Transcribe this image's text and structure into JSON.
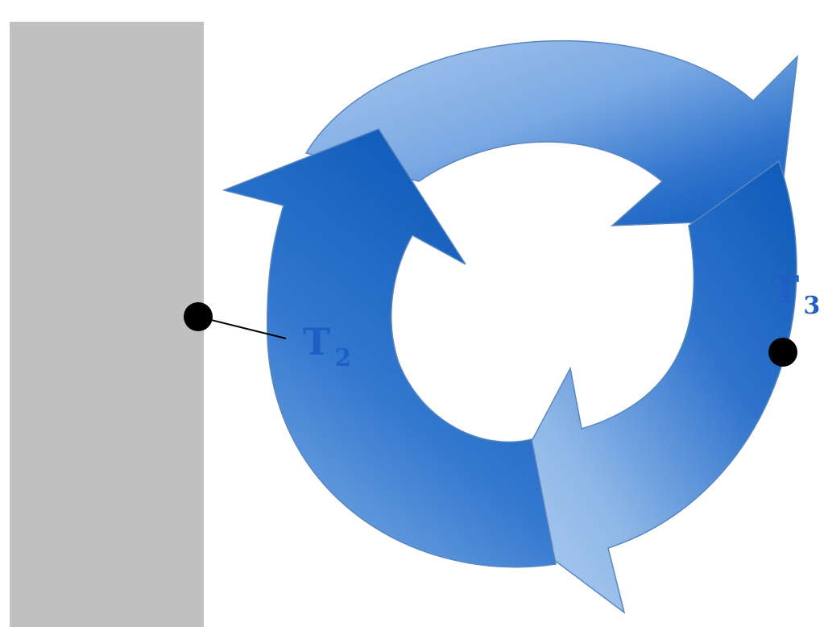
{
  "labels": {
    "t2": {
      "main": "T",
      "sub": "2"
    },
    "t3": {
      "main": "T",
      "sub": "3"
    }
  },
  "colors": {
    "panel": "#c0c0c0",
    "arrow_dark": "#0d5ab8",
    "arrow_mid": "#2f73cc",
    "arrow_light": "#8fb8e8",
    "label": "#1f5fc4",
    "dot": "#000000"
  },
  "icons": [
    "cycle-arrows-icon"
  ]
}
